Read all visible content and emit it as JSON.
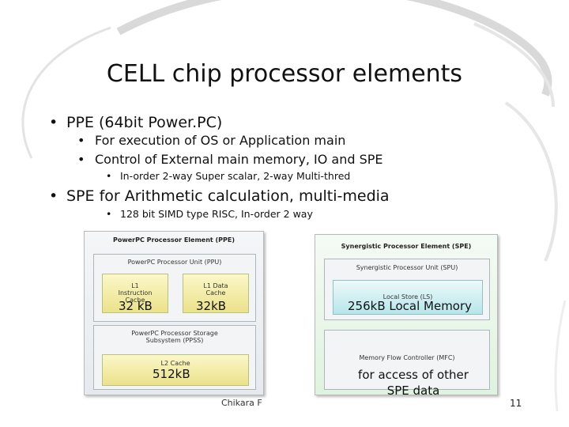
{
  "title": "CELL chip processor elements",
  "bullets": {
    "ppe": "PPE (64bit Power.PC)",
    "ppe_sub1": "For execution of OS or Application main",
    "ppe_sub2": "Control of External main memory, IO and SPE",
    "ppe_sub3": "In-order 2-way Super scalar, 2-way Multi-thred",
    "spe": "SPE for Arithmetic calculation, multi-media",
    "spe_sub1": "128 bit SIMD type RISC, In-order 2 way"
  },
  "diagram": {
    "ppe_title": "PowerPC Processor Element (PPE)",
    "ppu_label": "PowerPC Processor Unit (PPU)",
    "l1i_label": "L1 Instruction Cache",
    "l1d_label": "L1 Data Cache",
    "ppss_label": "PowerPC Processor Storage Subsystem (PPSS)",
    "l2_label": "L2 Cache",
    "spe_title": "Synergistic Processor Element (SPE)",
    "spu_label": "Synergistic Processor Unit (SPU)",
    "ls_label": "Local Store (LS)",
    "mfc_label": "Memory Flow Controller (MFC)"
  },
  "overlays": {
    "l1i_size": "32 kB",
    "l1d_size": "32kB",
    "ls_size": "256kB Local Memory",
    "l2_size": "512kB",
    "mfc_note": "for access of other SPE data"
  },
  "footer": {
    "author": "Chikara F",
    "page": "11"
  }
}
